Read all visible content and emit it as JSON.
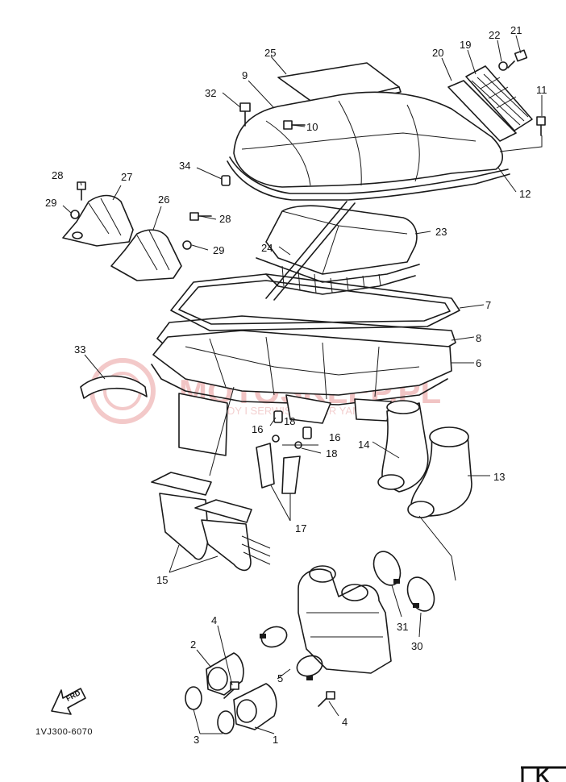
{
  "watermark": {
    "brand": "MOTOSKLEP.PL",
    "subtitle": "POJAZDY I SERWIS DEALER YAMAHA"
  },
  "diagram_code": "1VJ300-6070",
  "forward_arrow_label": "FRD",
  "corner_mark": "K",
  "part_labels": {
    "p1": "1",
    "p2": "2",
    "p3": "3",
    "p4a": "4",
    "p4b": "4",
    "p5": "5",
    "p6": "6",
    "p7": "7",
    "p8": "8",
    "p9": "9",
    "p10": "10",
    "p11": "11",
    "p12": "12",
    "p13": "13",
    "p14": "14",
    "p15": "15",
    "p16a": "16",
    "p16b": "16",
    "p17": "17",
    "p18a": "18",
    "p18b": "18",
    "p19": "19",
    "p20": "20",
    "p21": "21",
    "p22": "22",
    "p23": "23",
    "p24": "24",
    "p25": "25",
    "p26": "26",
    "p27": "27",
    "p28a": "28",
    "p28b": "28",
    "p29a": "29",
    "p29b": "29",
    "p30": "30",
    "p31": "31",
    "p32": "32",
    "p33": "33",
    "p34": "34"
  }
}
